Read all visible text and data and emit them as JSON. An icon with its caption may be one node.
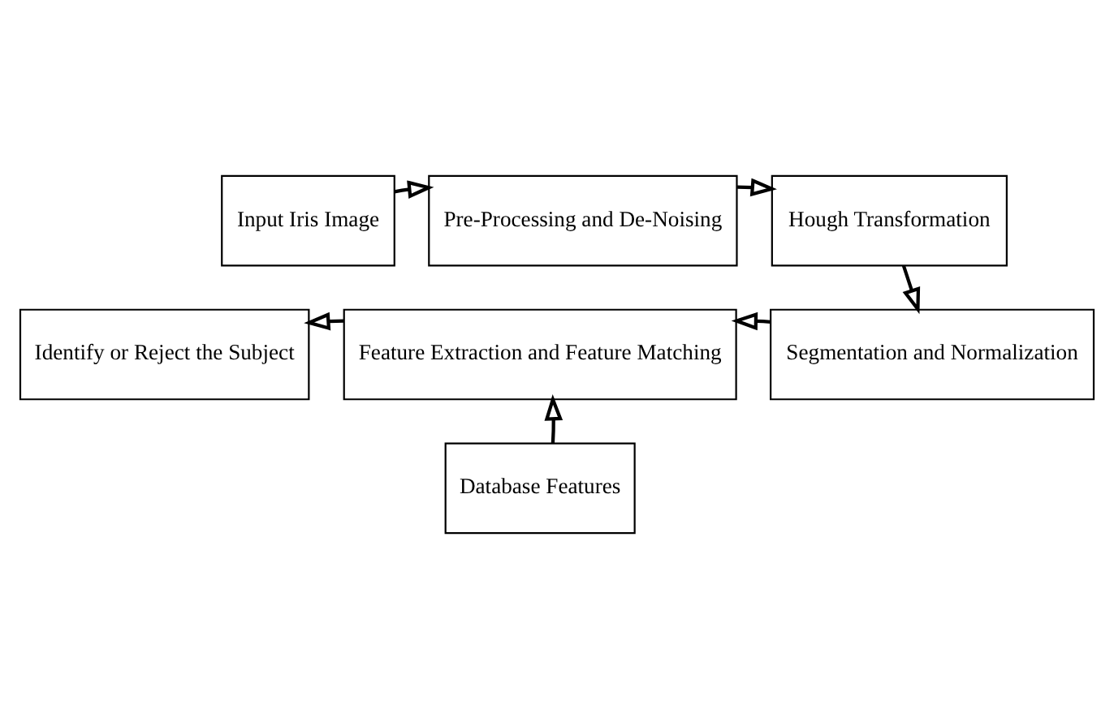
{
  "diagram": {
    "nodes": [
      {
        "text": [
          "Input Iris Image"
        ]
      },
      {
        "text": [
          "Pre-Processing and De-Noising"
        ]
      },
      {
        "text": [
          "Hough Transformation"
        ]
      },
      {
        "text": [
          "Segmentation and Normalization"
        ]
      },
      {
        "text": [
          "Feature Extraction and Feature Matching"
        ]
      },
      {
        "text": [
          "Identify or Reject the Subject"
        ]
      },
      {
        "text": [
          "Database Features"
        ]
      }
    ],
    "edges": [
      {
        "from": 0,
        "to": 1,
        "arrow": "to"
      },
      {
        "from": 1,
        "to": 2,
        "arrow": "to"
      },
      {
        "from": 2,
        "to": 3,
        "arrow": "to"
      },
      {
        "from": 3,
        "to": 4,
        "arrow": "to"
      },
      {
        "from": 4,
        "to": 5,
        "arrow": "to"
      },
      {
        "from": 6,
        "to": 4,
        "arrow": "to"
      }
    ]
  }
}
